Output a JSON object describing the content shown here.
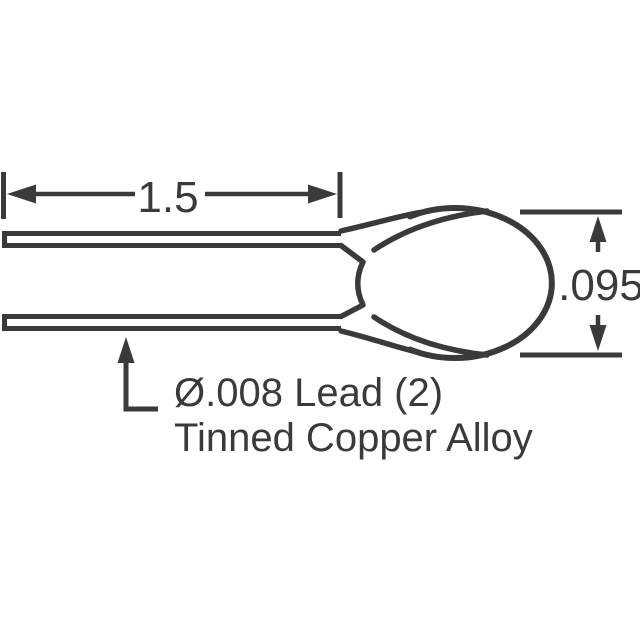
{
  "colors": {
    "line": "#3a3a3c",
    "background": "#ffffff"
  },
  "labels": {
    "lead_length": "1.5",
    "body_size": ".095",
    "lead_note_line1": "Ø.008 Lead (2)",
    "lead_note_line2": "Tinned Copper Alloy"
  }
}
